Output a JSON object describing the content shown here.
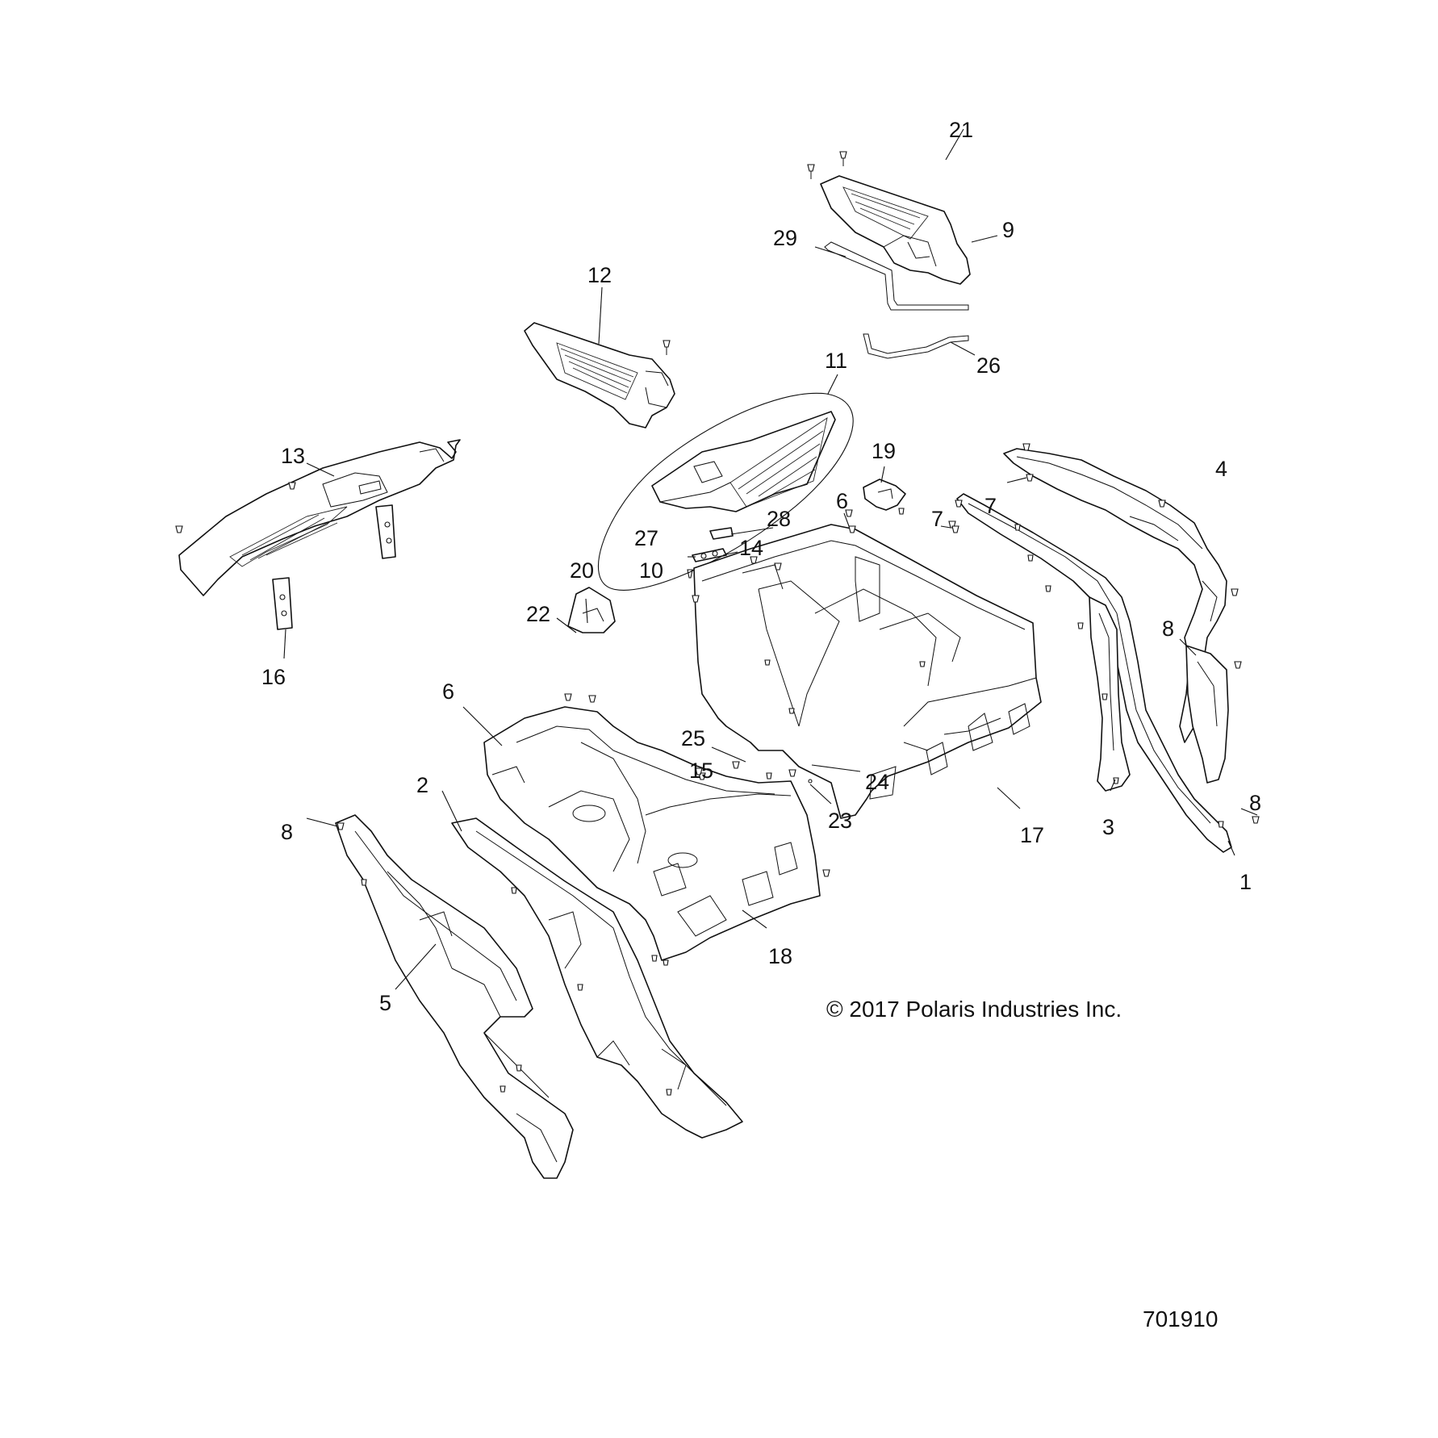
{
  "callouts": {
    "c1": "1",
    "c2": "2",
    "c3": "3",
    "c4": "4",
    "c5": "5",
    "c6a": "6",
    "c6b": "6",
    "c7a": "7",
    "c7b": "7",
    "c8a": "8",
    "c8b": "8",
    "c8c": "8",
    "c9": "9",
    "c10": "10",
    "c11": "11",
    "c12": "12",
    "c13": "13",
    "c14": "14",
    "c15": "15",
    "c16": "16",
    "c17": "17",
    "c18": "18",
    "c19": "19",
    "c20": "20",
    "c21": "21",
    "c22": "22",
    "c23": "23",
    "c24": "24",
    "c25": "25",
    "c26": "26",
    "c27": "27",
    "c28": "28",
    "c29": "29"
  },
  "copyright": "© 2017 Polaris Industries Inc.",
  "diagram_number": "701910"
}
